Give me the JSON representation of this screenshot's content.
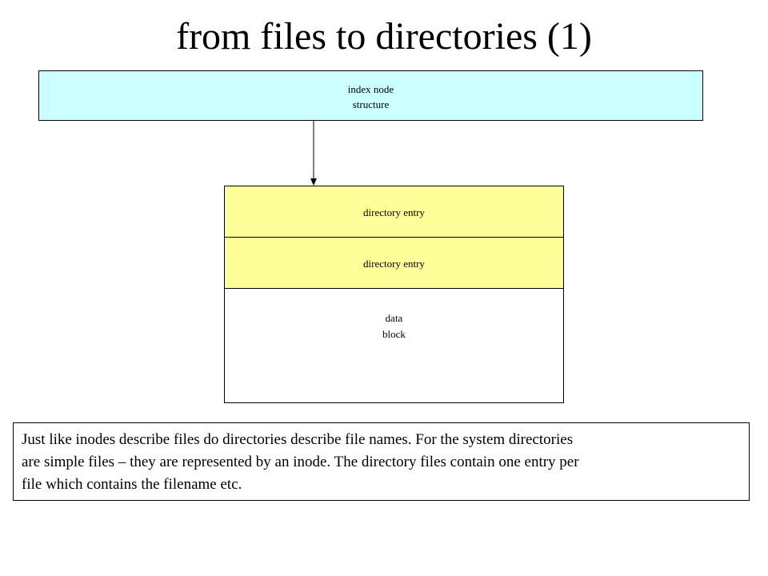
{
  "title": "from files to directories (1)",
  "colors": {
    "inode_fill": "#ccffff",
    "entry_fill": "#ffff99",
    "data_fill": "#ffffff",
    "border": "#000000"
  },
  "inode": {
    "line1": "index node",
    "line2": "structure"
  },
  "directory": {
    "entries": [
      {
        "label": "directory entry"
      },
      {
        "label": "directory entry"
      }
    ],
    "data": {
      "line1": "data",
      "line2": "block"
    }
  },
  "description": {
    "lines": [
      "Just like inodes describe files do directories describe file names. For the system directories",
      "are simple files – they are represented by an inode. The directory files contain one entry per",
      "file which contains the filename etc."
    ]
  }
}
